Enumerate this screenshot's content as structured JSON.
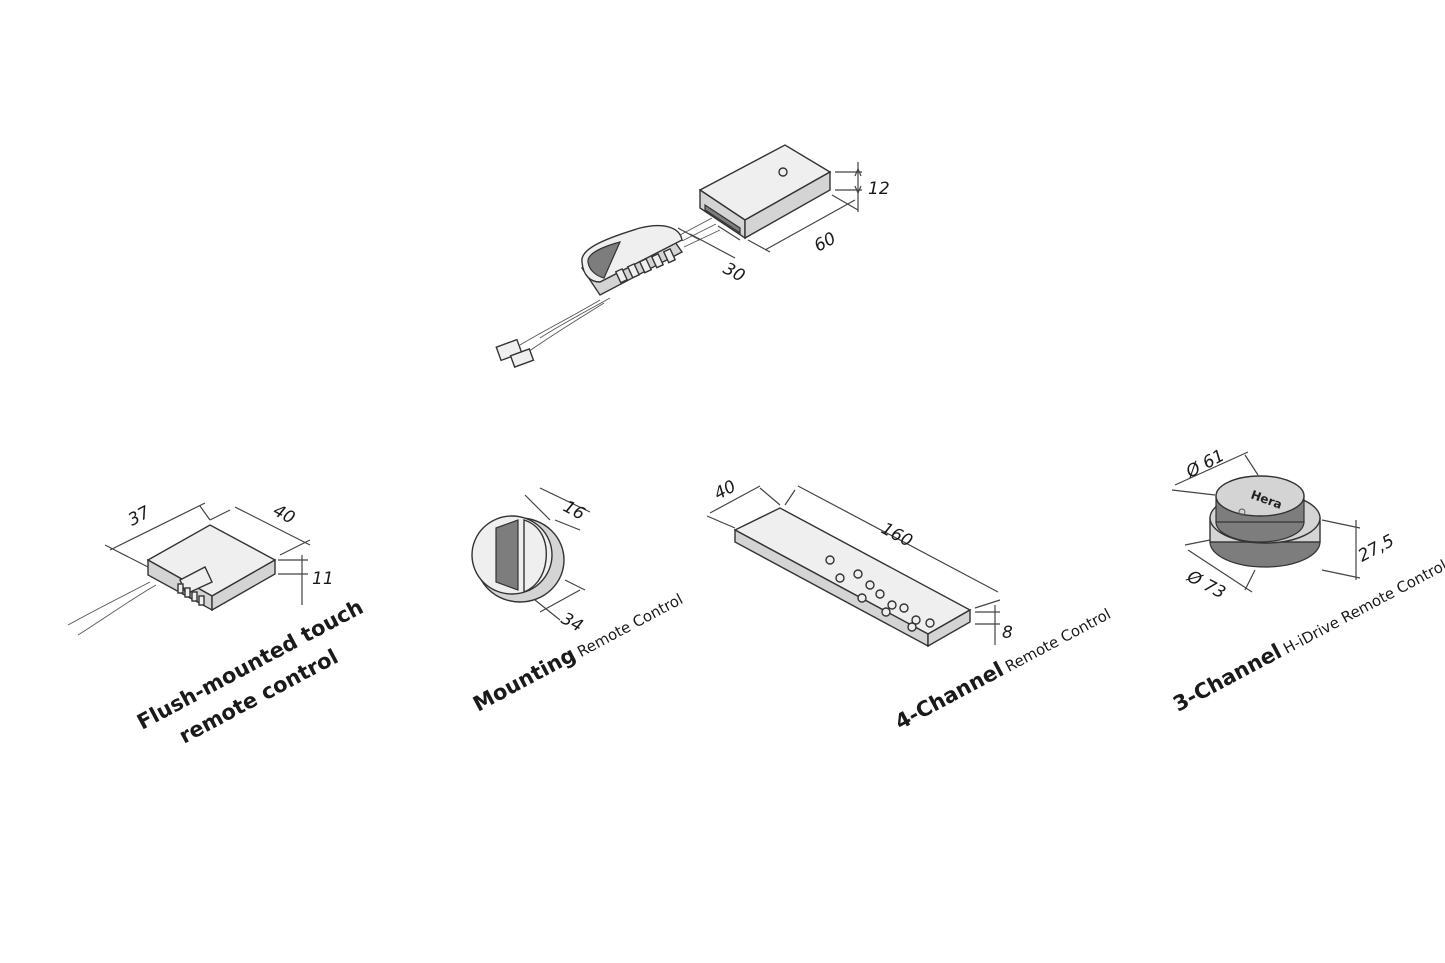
{
  "devices": {
    "receiver": {
      "dim_height": "12",
      "dim_length": "60",
      "dim_width": "30"
    },
    "flush_touch": {
      "dim_a": "37",
      "dim_b": "40",
      "dim_h": "11",
      "caption_line1": "Flush-mounted touch",
      "caption_line2": "remote control"
    },
    "mounting": {
      "dim_depth": "16",
      "dim_diameter": "34",
      "caption_bold": "Mounting",
      "caption_light": "Remote Control"
    },
    "four_channel": {
      "dim_width": "40",
      "dim_length": "160",
      "dim_height": "8",
      "caption_bold": "4-Channel",
      "caption_light": "Remote Control"
    },
    "three_channel": {
      "dim_top": "Ø 61",
      "dim_height": "27,5",
      "dim_base": "Ø 73",
      "brand": "Hera",
      "caption_bold": "3-Channel",
      "caption_light": "H-iDrive Remote Control"
    }
  },
  "colors": {
    "line": "#333333",
    "fill_light": "#efefef",
    "fill_side": "#d4d4d4",
    "fill_dark": "#7d7d7d"
  }
}
